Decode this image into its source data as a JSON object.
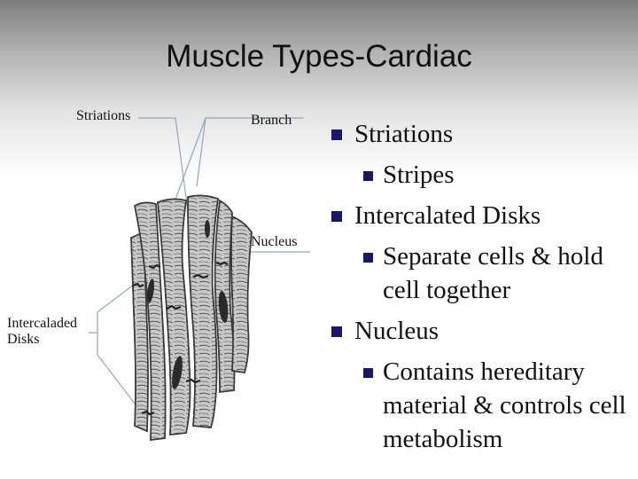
{
  "slide": {
    "title": "Muscle Types-Cardiac"
  },
  "diagram": {
    "labels": {
      "striations": "Striations",
      "branch": "Branch",
      "nucleus": "Nucleus",
      "intercalated_line1": "Intercaladed",
      "intercalated_line2": "Disks"
    }
  },
  "bullets": [
    {
      "text": "Striations",
      "sub": [
        "Stripes"
      ]
    },
    {
      "text": "Intercalated Disks",
      "sub": [
        "Separate cells & hold cell together"
      ]
    },
    {
      "text": "Nucleus",
      "sub": [
        "Contains hereditary material & controls cell metabolism"
      ]
    }
  ],
  "colors": {
    "bullet": "#17176b",
    "cell_fill": "#c9c9c9",
    "nucleus": "#2a2a2a",
    "leader_line": "#8fa7bd"
  }
}
